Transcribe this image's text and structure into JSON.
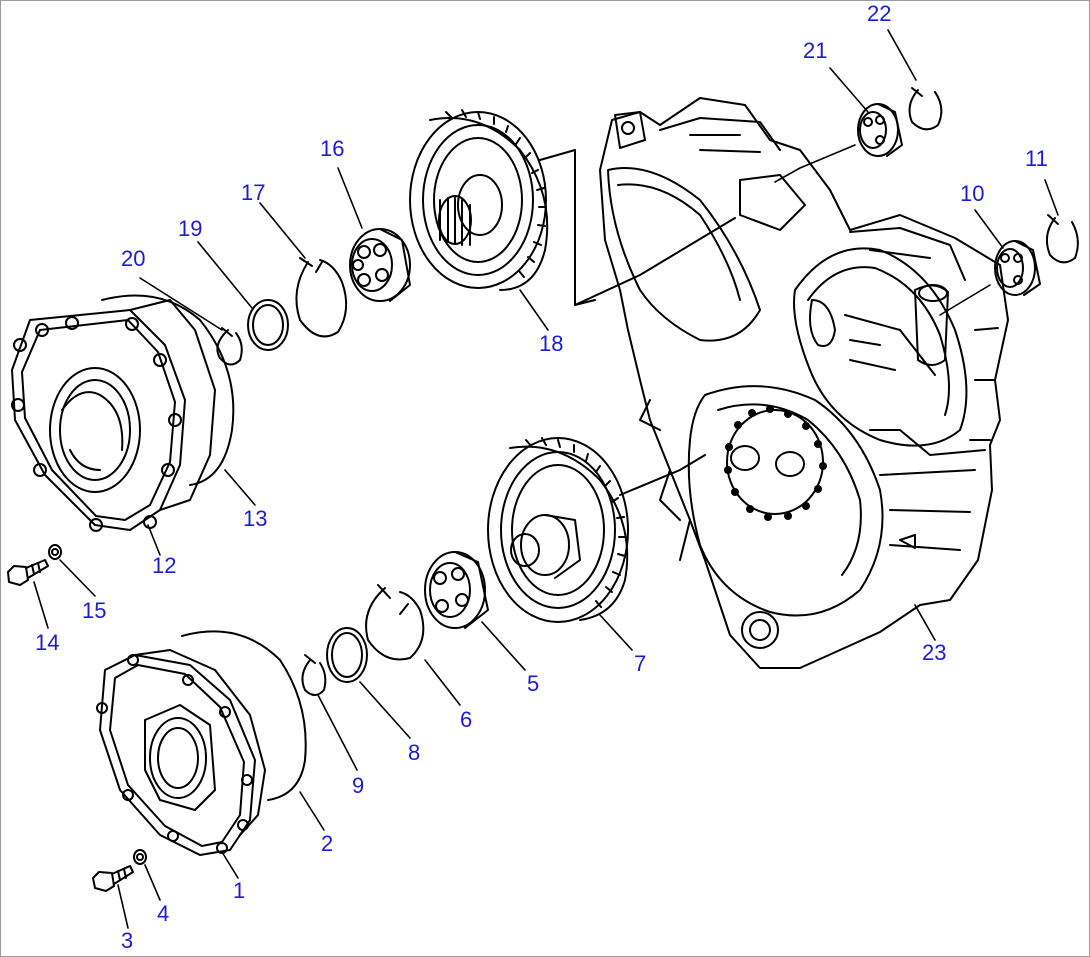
{
  "diagram": {
    "callouts": [
      {
        "id": "1",
        "label": "1"
      },
      {
        "id": "2",
        "label": "2"
      },
      {
        "id": "3",
        "label": "3"
      },
      {
        "id": "4",
        "label": "4"
      },
      {
        "id": "5",
        "label": "5"
      },
      {
        "id": "6",
        "label": "6"
      },
      {
        "id": "7",
        "label": "7"
      },
      {
        "id": "8",
        "label": "8"
      },
      {
        "id": "9",
        "label": "9"
      },
      {
        "id": "10",
        "label": "10"
      },
      {
        "id": "11",
        "label": "11"
      },
      {
        "id": "12",
        "label": "12"
      },
      {
        "id": "13",
        "label": "13"
      },
      {
        "id": "14",
        "label": "14"
      },
      {
        "id": "15",
        "label": "15"
      },
      {
        "id": "16",
        "label": "16"
      },
      {
        "id": "17",
        "label": "17"
      },
      {
        "id": "18",
        "label": "18"
      },
      {
        "id": "19",
        "label": "19"
      },
      {
        "id": "20",
        "label": "20"
      },
      {
        "id": "21",
        "label": "21"
      },
      {
        "id": "22",
        "label": "22"
      },
      {
        "id": "23",
        "label": "23"
      }
    ],
    "colors": {
      "label": "#1c1cd6",
      "line": "#000000",
      "frame": "#9a9a9a"
    }
  }
}
